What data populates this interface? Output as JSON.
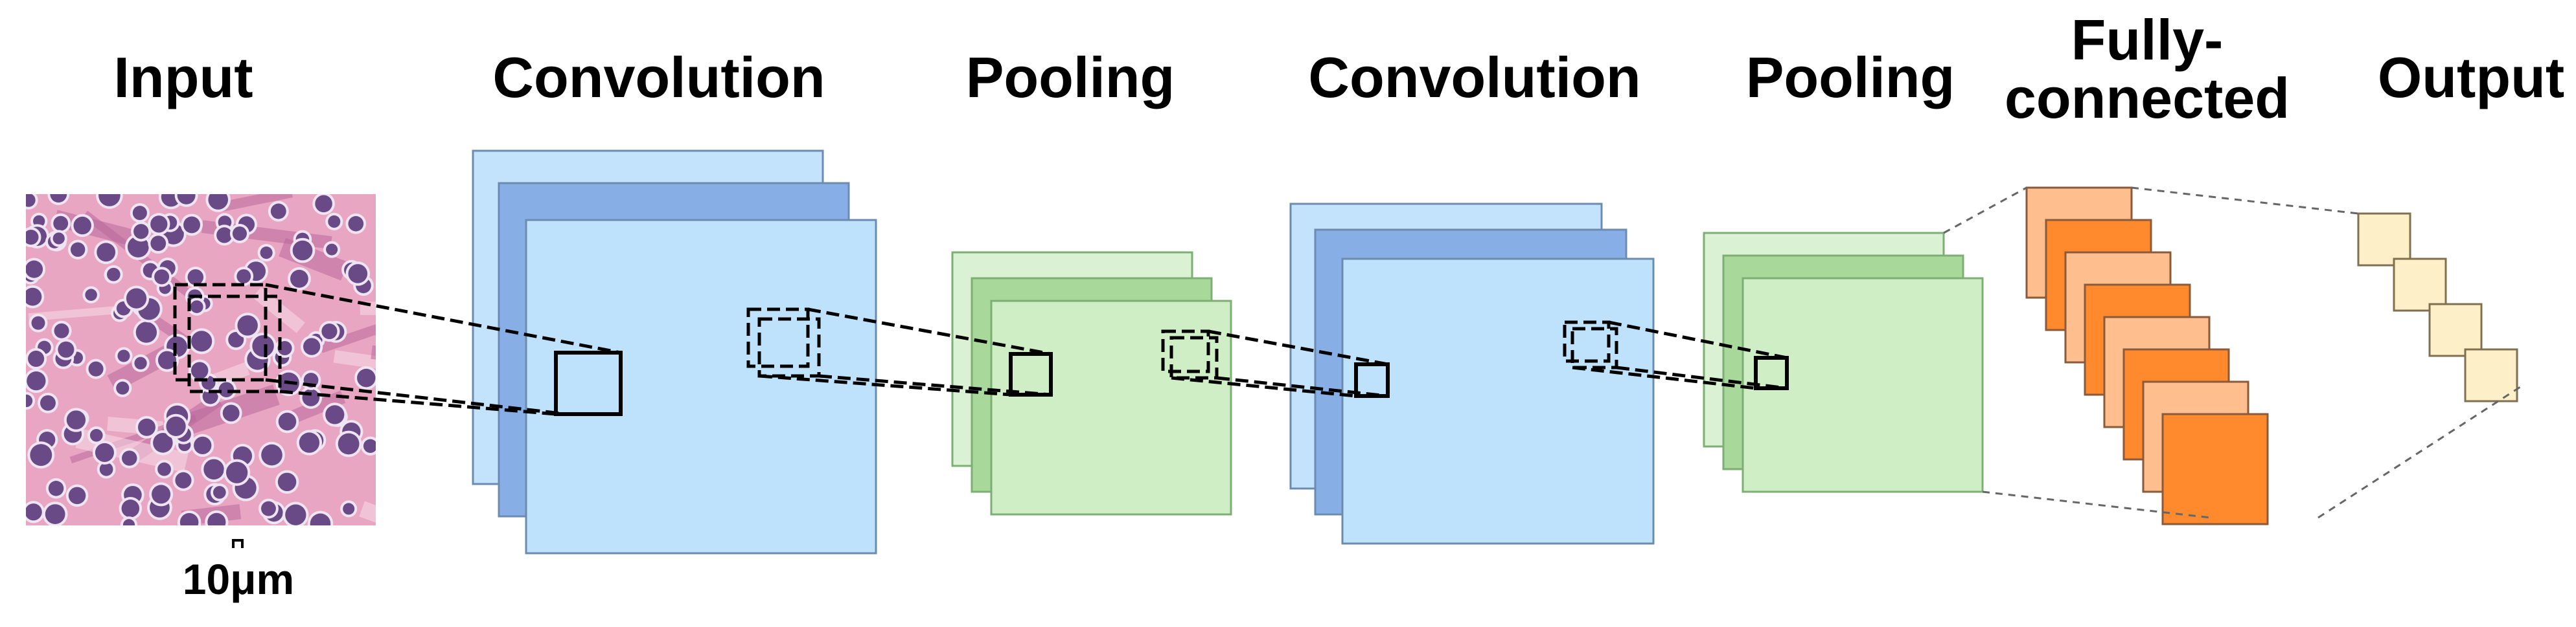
{
  "colors": {
    "conv_light": "#c3e2fb",
    "conv_mid": "#88aee6",
    "conv_front": "#bfe2fc",
    "conv_stroke": "#6b8cb0",
    "pool_light": "#daf2d3",
    "pool_mid": "#a8d99a",
    "pool_front": "#cfeec5",
    "pool_stroke": "#7daf74",
    "fc_orange": "#ff8a2e",
    "fc_peach": "#ffbe8e",
    "fc_stroke": "#8a5a3a",
    "out_fill": "#fdf0c9",
    "out_stroke": "#807050",
    "tissue_bg": "#e9a6c2",
    "tissue_dark": "#b8689a",
    "nucleus": "#6a4a86",
    "nucleus_ring": "#efe4f2"
  },
  "labels": {
    "input": "Input",
    "convolution_1": "Convolution",
    "pooling_1": "Pooling",
    "convolution_2": "Convolution",
    "pooling_2": "Pooling",
    "fully_connected_line1": "Fully-",
    "fully_connected_line2": "connected",
    "output": "Output"
  },
  "input_image": {
    "description_icon": "histology-tissue-image",
    "scale_bar_label": "10μm"
  },
  "layers": [
    {
      "type": "input",
      "label_key": "input"
    },
    {
      "type": "convolution",
      "label_key": "convolution_1",
      "feature_maps": 3
    },
    {
      "type": "pooling",
      "label_key": "pooling_1",
      "feature_maps": 3
    },
    {
      "type": "convolution",
      "label_key": "convolution_2",
      "feature_maps": 3
    },
    {
      "type": "pooling",
      "label_key": "pooling_2",
      "feature_maps": 3
    },
    {
      "type": "fully-connected",
      "label_key": "fully_connected",
      "units": 8
    },
    {
      "type": "output",
      "label_key": "output",
      "units": 4
    }
  ]
}
